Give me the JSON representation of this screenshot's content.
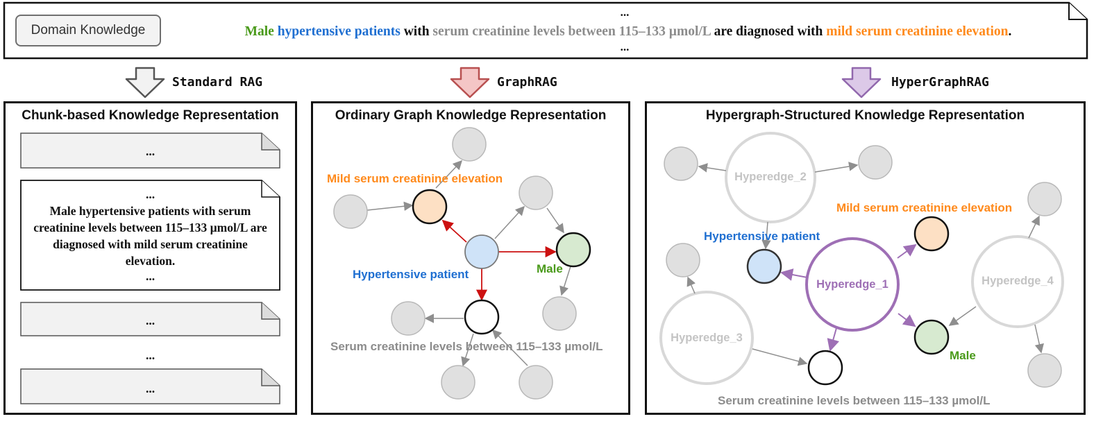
{
  "top": {
    "domain_knowledge_label": "Domain Knowledge",
    "dots_top": "...",
    "dots_bottom": "...",
    "sentence": {
      "w1": "Male",
      "w2": "hypertensive patients",
      "w3": "with",
      "w4": "serum creatinine levels between 115–133 µmol/L",
      "w5": "are diagnosed with",
      "w6": "mild serum creatinine elevation",
      "w7": "."
    }
  },
  "arrows": {
    "standard": "Standard RAG",
    "graph": "GraphRAG",
    "hyper": "HyperGraphRAG"
  },
  "panels": {
    "chunk": {
      "title": "Chunk-based Knowledge Representation",
      "chunk1": "...",
      "chunk2_top": "...",
      "chunk2_text": "Male hypertensive patients with serum creatinine levels between 115–133 µmol/L are diagnosed with mild serum creatinine elevation.",
      "chunk2_bottom": "...",
      "chunk3": "...",
      "between": "...",
      "chunk4": "..."
    },
    "graph": {
      "title": "Ordinary Graph Knowledge Representation",
      "label_mild": "Mild serum creatinine elevation",
      "label_hyp": "Hypertensive patient",
      "label_male": "Male",
      "label_serum": "Serum creatinine levels between 115–133 µmol/L"
    },
    "hyper": {
      "title": "Hypergraph-Structured Knowledge Representation",
      "he1": "Hyperedge_1",
      "he2": "Hyperedge_2",
      "he3": "Hyperedge_3",
      "he4": "Hyperedge_4",
      "label_mild": "Mild serum creatinine elevation",
      "label_hyp": "Hypertensive patient",
      "label_male": "Male",
      "label_serum": "Serum creatinine levels between 115–133 µmol/L"
    }
  },
  "colors": {
    "male_green": "#4a9a1a",
    "blue": "#1f6fd1",
    "gray_text": "#8c8c8c",
    "orange": "#ff8a1c",
    "red_edge": "#cc1111",
    "purple": "#9e6fb5",
    "node_gray": "#e0e0e0",
    "node_orange": "#fde0c4",
    "node_blue": "#cfe3f8",
    "node_green": "#d7ead0"
  }
}
